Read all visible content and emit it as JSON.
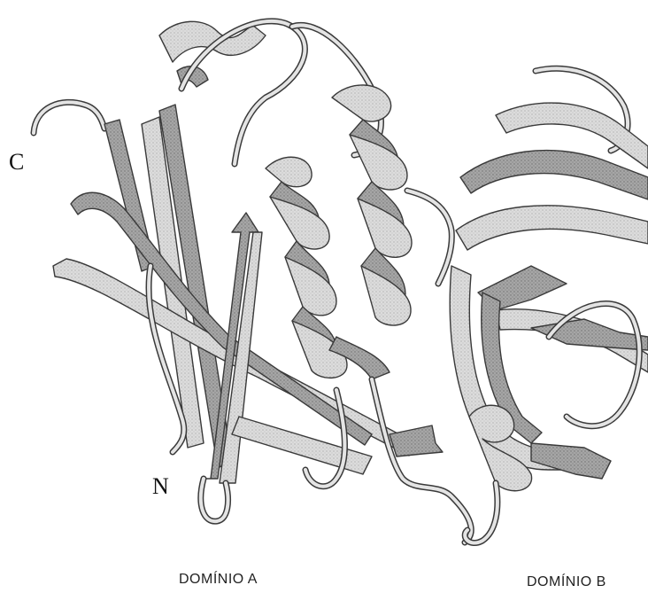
{
  "labels": {
    "c_terminus": "C",
    "n_terminus": "N",
    "domain_a": "DOMÍNIO A",
    "domain_b": "DOMÍNIO B"
  },
  "colors": {
    "sheet_dark": "#9a9a9a",
    "sheet_mid": "#c4c4c4",
    "sheet_light": "#e6e6e6",
    "outline": "#3a3a3a"
  }
}
